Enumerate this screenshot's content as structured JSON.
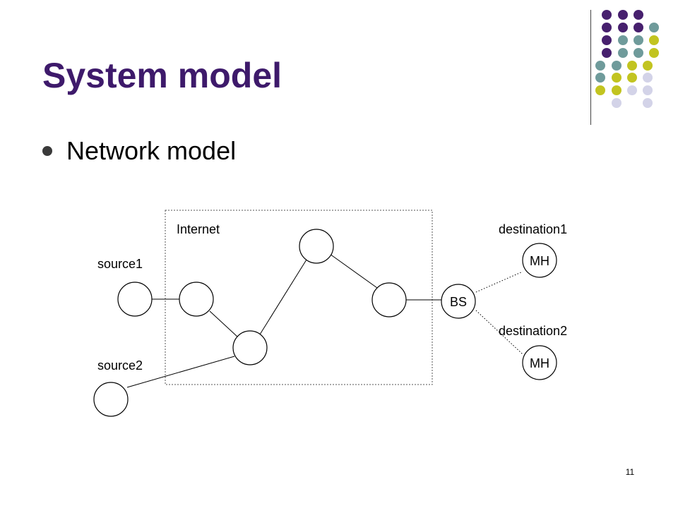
{
  "slide": {
    "title": "System model",
    "bullet": "Network model",
    "page_number": "11"
  },
  "colors": {
    "title": "#3e1a6b",
    "purple": "#47206e",
    "teal": "#6f9b9b",
    "olive": "#c2c420",
    "lavender": "#d3d3e8"
  },
  "diagram": {
    "labels": {
      "internet": "Internet",
      "source1": "source1",
      "source2": "source2",
      "destination1": "destination1",
      "destination2": "destination2",
      "bs": "BS",
      "mh1": "MH",
      "mh2": "MH"
    }
  }
}
